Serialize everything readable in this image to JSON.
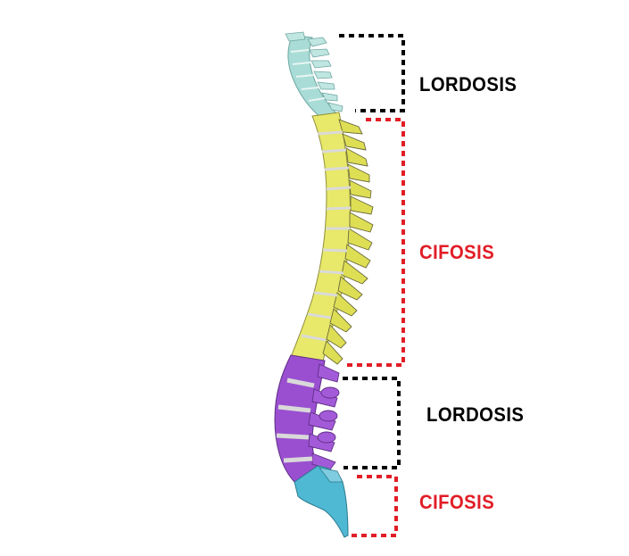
{
  "regions": [
    {
      "label": "LORDOSIS",
      "color": "#000000"
    },
    {
      "label": "CIFOSIS",
      "color": "#e11d26"
    },
    {
      "label": "LORDOSIS",
      "color": "#000000"
    },
    {
      "label": "CIFOSIS",
      "color": "#e11d26"
    }
  ],
  "colors": {
    "cervical": "#a9dcd6",
    "thoracic": "#e8e86a",
    "lumbar": "#9a4fd0",
    "sacrum": "#4fb8d3",
    "disc": "#d9d9d9",
    "outline": "#6a6a3a"
  }
}
